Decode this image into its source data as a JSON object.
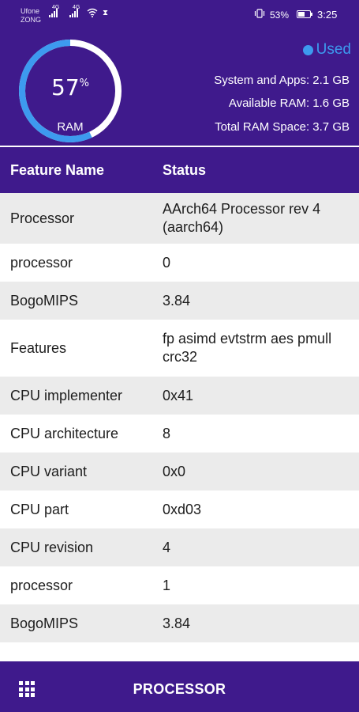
{
  "status_bar": {
    "carrier_1": "Ufone",
    "carrier_2": "ZONG",
    "signal_1_label": "4G",
    "signal_2_label": "4G",
    "battery": "53%",
    "time": "3:25"
  },
  "header": {
    "gauge_value": "57",
    "gauge_unit": "%",
    "gauge_fraction": 0.57,
    "gauge_label": "RAM",
    "legend": "Used",
    "colors": {
      "header": "#3f1a8c",
      "accent": "#3d9aef",
      "track": "#ffffff"
    },
    "stats": [
      {
        "text": "System and Apps:  2.1 GB"
      },
      {
        "text": "Available RAM:  1.6 GB"
      },
      {
        "text": "Total RAM Space:  3.7 GB"
      }
    ]
  },
  "table": {
    "col1": "Feature Name",
    "col2": "Status",
    "rows": [
      {
        "name": "Processor",
        "value": "AArch64 Processor rev 4 (aarch64)"
      },
      {
        "name": "processor",
        "value": "0"
      },
      {
        "name": "BogoMIPS",
        "value": "3.84"
      },
      {
        "name": "Features",
        "value": "fp asimd evtstrm aes pmull crc32"
      },
      {
        "name": "CPU implementer",
        "value": "0x41"
      },
      {
        "name": "CPU architecture",
        "value": "8"
      },
      {
        "name": "CPU variant",
        "value": "0x0"
      },
      {
        "name": "CPU part",
        "value": "0xd03"
      },
      {
        "name": "CPU revision",
        "value": "4"
      },
      {
        "name": "processor",
        "value": "1"
      },
      {
        "name": "BogoMIPS",
        "value": "3.84"
      }
    ]
  },
  "bottom_nav": {
    "title": "PROCESSOR",
    "menu_icon": "grid-icon"
  }
}
